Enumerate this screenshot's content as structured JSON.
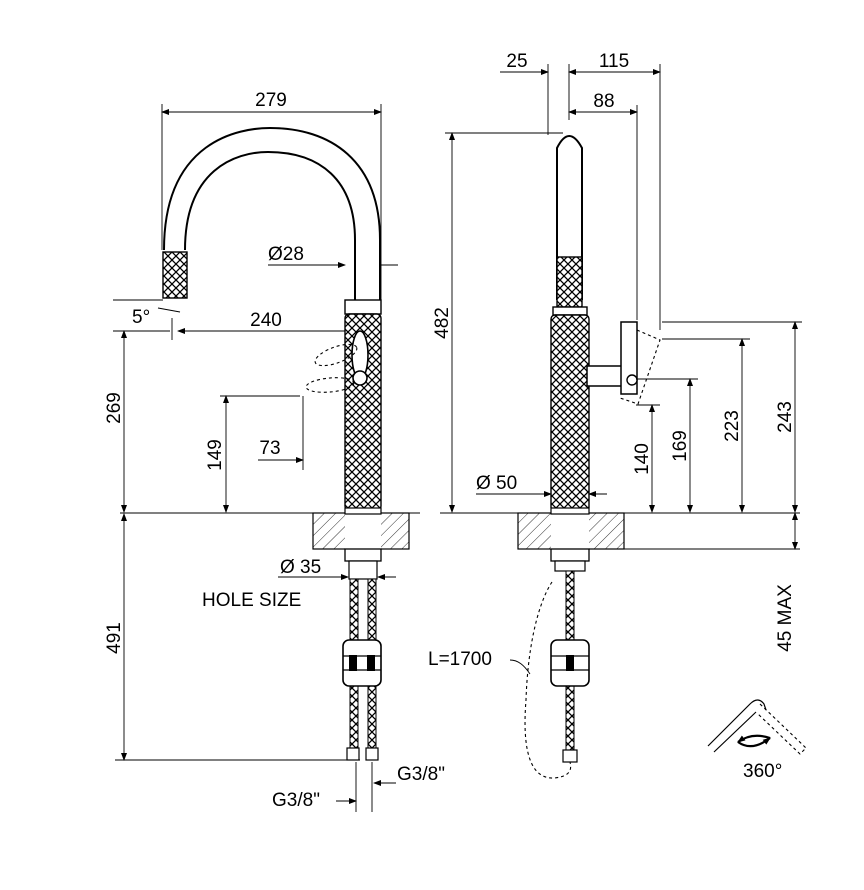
{
  "front_view": {
    "dims": {
      "width_top": "279",
      "spout_diameter": "Ø28",
      "angle": "5°",
      "reach": "240",
      "height_spout": "269",
      "lever_height": "149",
      "lever_offset": "73",
      "hole_diameter": "Ø 35",
      "hole_size_label": "HOLE SIZE",
      "below_deck": "491",
      "connection_left": "G3/8\"",
      "connection_right": "G3/8\""
    }
  },
  "side_view": {
    "dims": {
      "offset_small": "25",
      "offset_large": "115",
      "offset_mid": "88",
      "total_height": "482",
      "body_diameter": "Ø 50",
      "h140": "140",
      "h169": "169",
      "h223": "223",
      "h243": "243",
      "max_thickness": "45 MAX",
      "hose_length": "L=1700"
    }
  },
  "rotation": {
    "label": "360°"
  }
}
